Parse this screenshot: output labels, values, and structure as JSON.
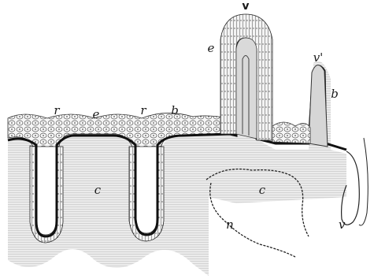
{
  "figure": {
    "labels": {
      "v_top": "v",
      "v_prime": "v'",
      "v_lower": "v",
      "e_left": "e",
      "e_villus": "e",
      "r_left": "r",
      "r_right": "r",
      "b_left": "b",
      "b_right": "b",
      "c_left": "c",
      "c_right": "c",
      "n": "n"
    },
    "colors": {
      "ink": "#1a1a1a",
      "stroma": "#e6e6e6",
      "stroma_dark": "#cfcfcf",
      "epithelium": "#f4f4f4",
      "basement": "#111111"
    }
  }
}
